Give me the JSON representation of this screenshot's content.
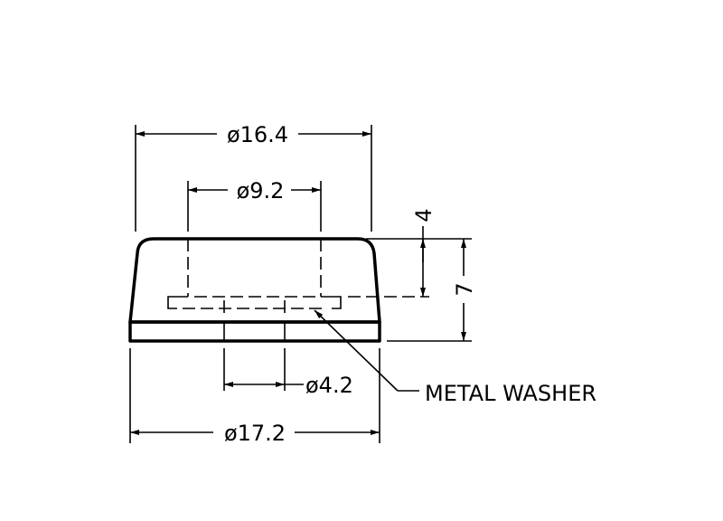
{
  "dimensions": {
    "top_outer_diameter": "ø16.4",
    "hole_diameter": "ø9.2",
    "washer_depth": "4",
    "total_height": "7",
    "center_hole_diameter": "ø4.2",
    "base_diameter": "ø17.2"
  },
  "callouts": {
    "washer": "METAL WASHER"
  }
}
